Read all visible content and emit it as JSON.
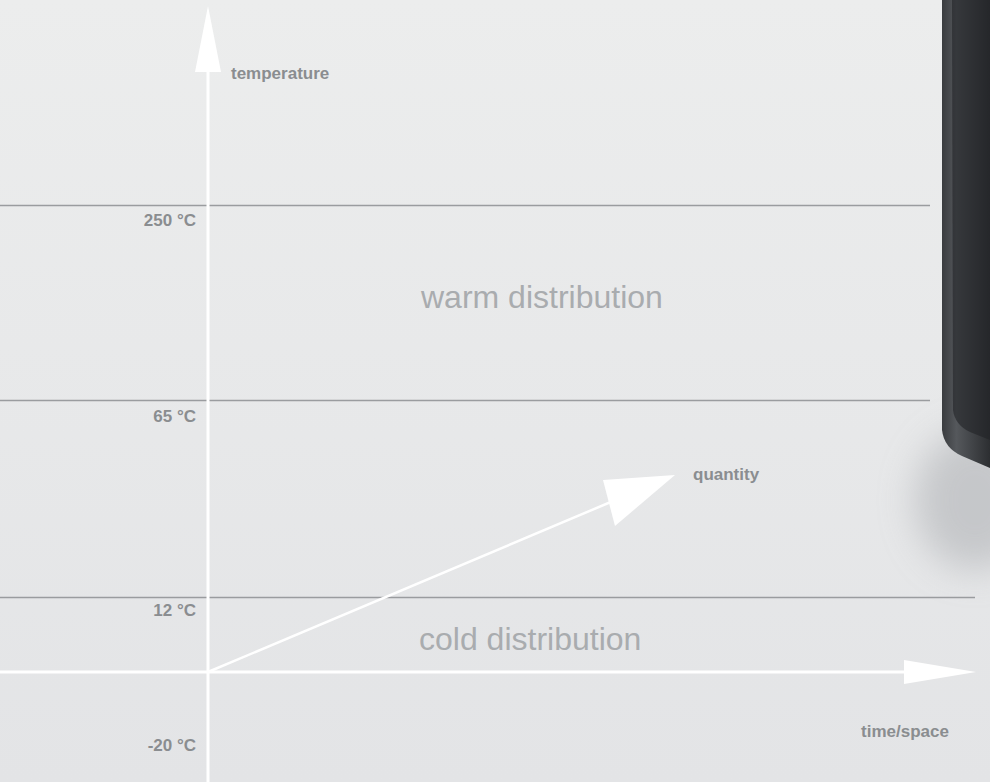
{
  "diagram": {
    "labels": [
      "temperature",
      "250 °C",
      "warm distribution",
      "65 °C",
      "quantity",
      "12 °C",
      "cold distribution",
      "time/space",
      "-20 °C"
    ]
  }
}
